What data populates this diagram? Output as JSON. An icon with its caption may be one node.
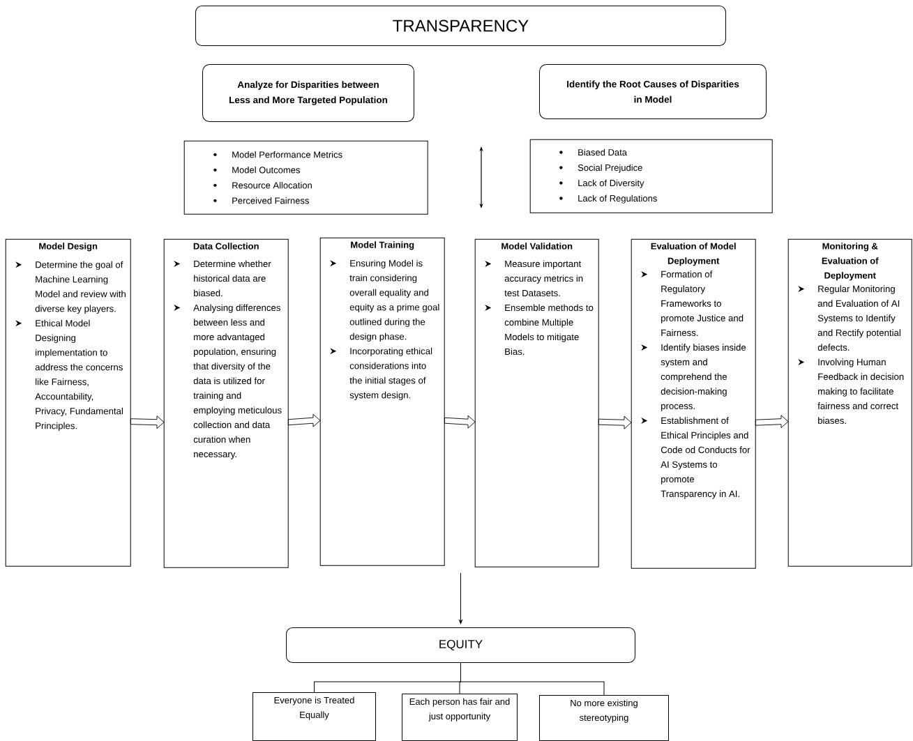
{
  "diagram": {
    "nodes": [
      {
        "text": [
          "TRANSPARENCY"
        ]
      },
      {
        "text": [
          "Analyze for Disparities between Less and More Targeted Population"
        ]
      },
      {
        "text": [
          "Identify the Root Causes of Disparities in Model"
        ]
      },
      {
        "text": [
          "Model Performance Metrics",
          "Model Outcomes",
          "Resource Allocation",
          "Perceived Fairness"
        ]
      },
      {
        "text": [
          "Biased Data",
          "Social Prejudice",
          "Lack of Diversity",
          "Lack of Regulations"
        ]
      },
      {
        "text": [
          "Model Design",
          "Determine the goal of Machine Learning Model and review with diverse key players.",
          "Ethical Model Designing implementation to address the concerns like Fairness, Accountability, Privacy, Fundamental Principles."
        ]
      },
      {
        "text": [
          "Data Collection",
          "Determine whether historical data are biased.",
          "Analysing differences between less and more advantaged population, ensuring that diversity of the data is utilized for training and employing meticulous collection and data curation when necessary."
        ]
      },
      {
        "text": [
          "Model Training",
          "Ensuring Model is train considering overall equality and equity as a prime goal outlined during the design phase.",
          "Incorporating ethical considerations into the initial stages of system design."
        ]
      },
      {
        "text": [
          "Model Validation",
          "Measure important accuracy metrics in test Datasets.",
          "Ensemble methods to combine Multiple Models to mitigate Bias."
        ]
      },
      {
        "text": [
          "Evaluation of Model Deployment",
          "Formation of Regulatory Frameworks to promote Justice and Fairness.",
          "Identify biases inside system and comprehend the decision-making process.",
          "Establishment of Ethical Principles and Code od Conducts for AI Systems to promote Transparency in AI."
        ]
      },
      {
        "text": [
          "Monitoring & Evaluation of Deployment",
          "Regular Monitoring and Evaluation of AI Systems to Identify and Rectify potential defects.",
          "Involving Human Feedback in decision making to facilitate fairness and correct biases."
        ]
      },
      {
        "text": [
          "EQUITY"
        ]
      },
      {
        "text": [
          "Everyone is Treated Equally"
        ]
      },
      {
        "text": [
          "Each person has fair and just opportunity"
        ]
      },
      {
        "text": [
          "No more existing stereotyping"
        ]
      }
    ],
    "edges": [
      {
        "from": 5,
        "to": 6,
        "arrow": "to"
      },
      {
        "from": 6,
        "to": 7,
        "arrow": "to"
      },
      {
        "from": 7,
        "to": 8,
        "arrow": "to"
      },
      {
        "from": 8,
        "to": 9,
        "arrow": "to"
      },
      {
        "from": 9,
        "to": 10,
        "arrow": "to"
      },
      {
        "from": null,
        "to": 11,
        "arrow": "to"
      },
      {
        "from": 11,
        "to": 12,
        "arrow": "none"
      },
      {
        "from": 11,
        "to": 13,
        "arrow": "none"
      },
      {
        "from": 11,
        "to": 14,
        "arrow": "none"
      }
    ]
  }
}
